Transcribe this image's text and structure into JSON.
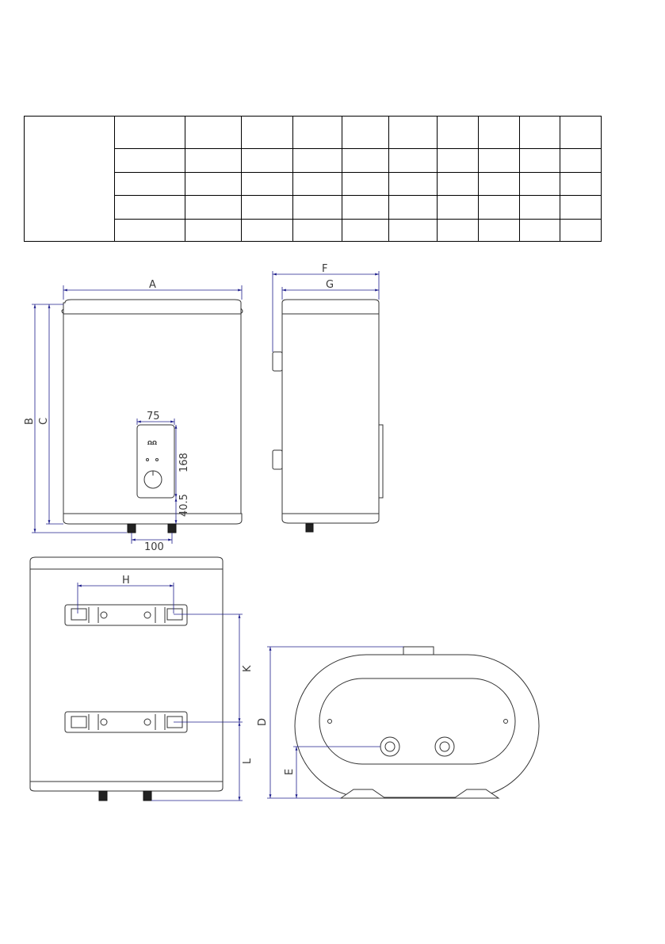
{
  "spec_table": {
    "rows": [
      [
        "",
        "",
        "",
        "",
        "",
        "",
        "",
        "",
        "",
        "",
        ""
      ],
      [
        "",
        "",
        "",
        "",
        "",
        "",
        "",
        "",
        "",
        ""
      ],
      [
        "",
        "",
        "",
        "",
        "",
        "",
        "",
        "",
        "",
        ""
      ],
      [
        "",
        "",
        "",
        "",
        "",
        "",
        "",
        "",
        "",
        ""
      ],
      [
        "",
        "",
        "",
        "",
        "",
        "",
        "",
        "",
        "",
        ""
      ]
    ]
  },
  "dimensions": {
    "A": "A",
    "B": "B",
    "C": "C",
    "D": "D",
    "E": "E",
    "F": "F",
    "G": "G",
    "H": "H",
    "K": "K",
    "L": "L",
    "panel_width": "75",
    "panel_height": "168",
    "panel_offset": "40.5",
    "pipe_spacing": "100"
  },
  "panel_brand": "ΩΩ",
  "colors": {
    "dimension_line": "#1f1f8c",
    "outline": "#333333"
  }
}
